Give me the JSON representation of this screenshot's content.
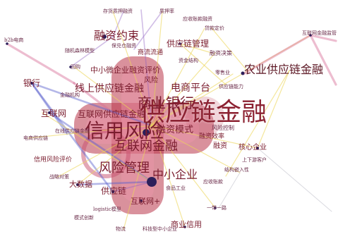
{
  "keywords": [
    "供应链金融",
    "信用风险",
    "商业银行",
    "互联网金融",
    "风险管理",
    "中小企业",
    "线上供应链金融",
    "电商平台",
    "融资约束",
    "农业供应链金融",
    "中小微企业融资评价",
    "互联网供应链金融",
    "供应链管理",
    "银行",
    "互联网",
    "大数据",
    "供应链",
    "互联网+",
    "商业信用",
    "核心企业",
    "融资",
    "信用风险评价",
    "存货质押融资",
    "质押率",
    "应收账款融资",
    "贷款定价",
    "互联网金融监管",
    "b2b电商",
    "随机森林模型",
    "保兑仓融资",
    "商流流通",
    "融资决策",
    "资金结构",
    "回购",
    "零售业",
    "供应链能力",
    "金融机构",
    "在线供应链金融",
    "电商供应链",
    "融资模式",
    "风险控制",
    "融资效率",
    "上下游客户",
    "结构嵌入性",
    "战略对策",
    "食品工业",
    "logistic模型",
    "一带一路",
    "模式创新",
    "物流",
    "科技型中小企业",
    "风险",
    "应收账款"
  ],
  "colors": {
    "label": "#7a1c2e",
    "hub_label": "#8c2232",
    "cluster_halo": "#b9374b",
    "inner_halo": "#eb96aa",
    "edge_yellow": "#ecd658",
    "edge_blue": "#5860cd",
    "edge_pink": "#d66c96",
    "edge_violet": "#8c5cc0",
    "node_dot": "#2c1f5a"
  }
}
